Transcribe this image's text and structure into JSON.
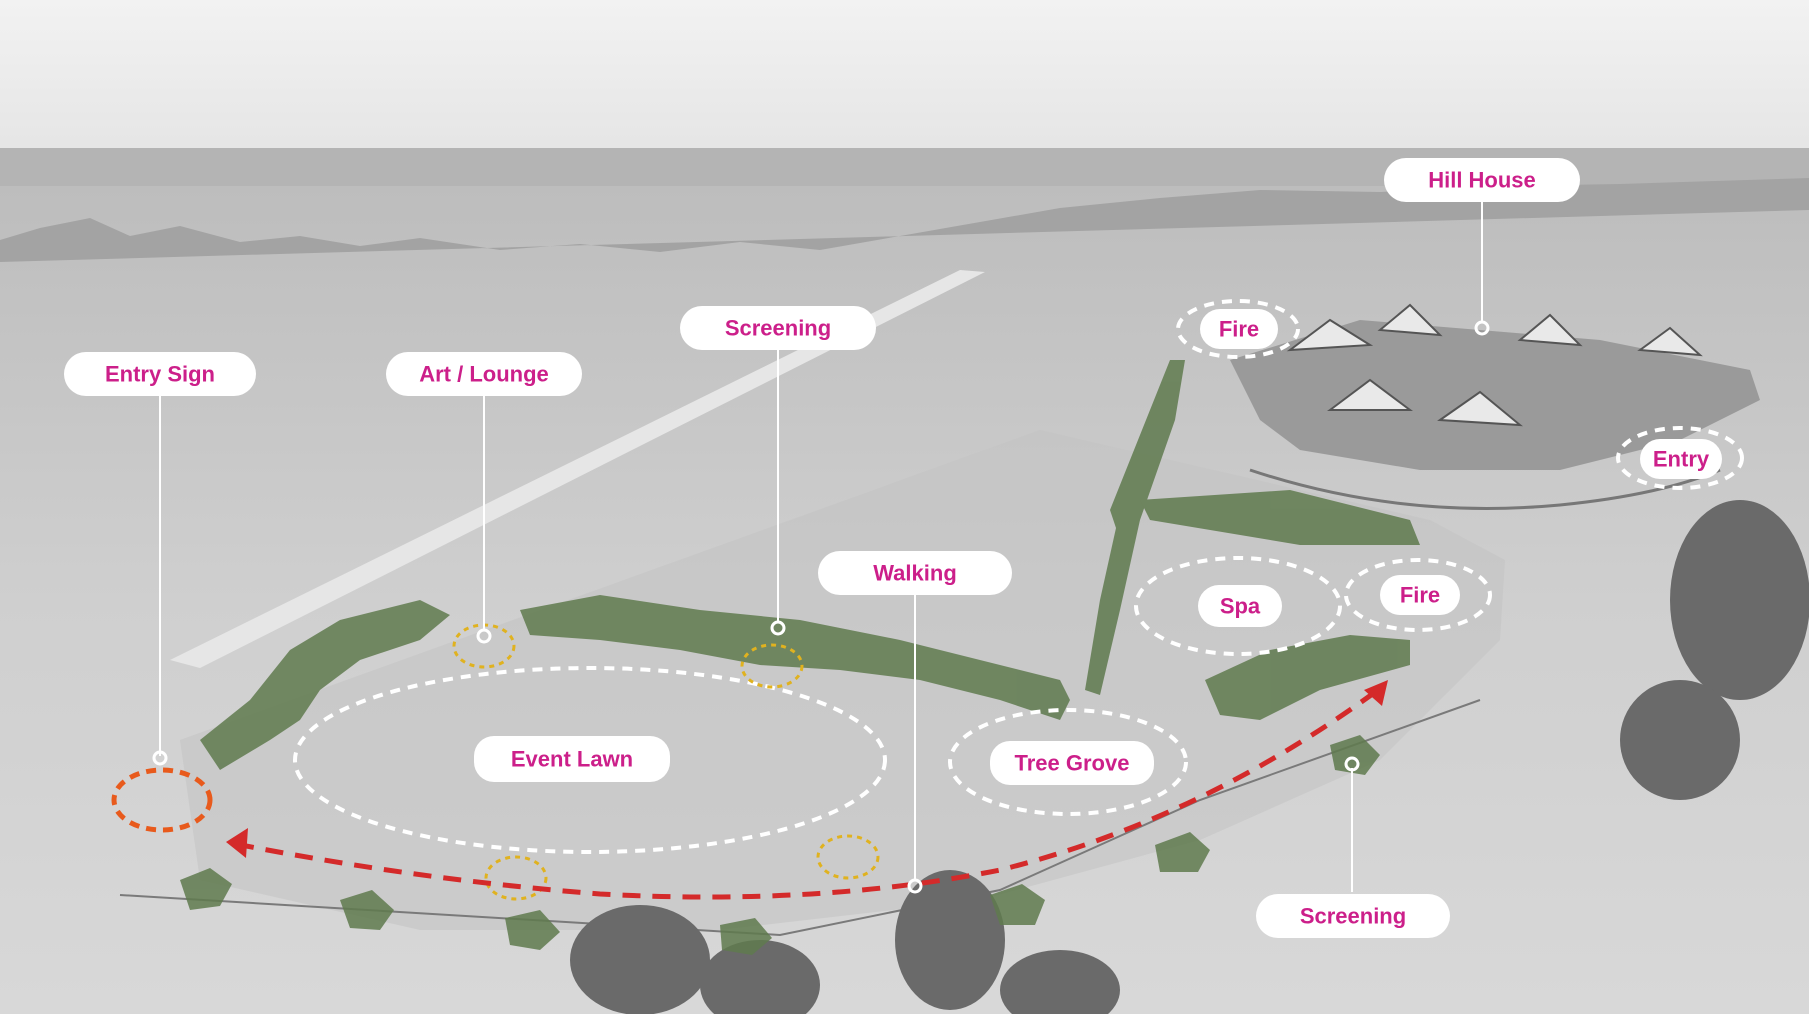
{
  "labels": {
    "entry_sign": "Entry Sign",
    "art_lounge": "Art / Lounge",
    "screening_top": "Screening",
    "walking": "Walking",
    "hill_house": "Hill House",
    "fire_north": "Fire",
    "entry_house": "Entry",
    "spa": "Spa",
    "fire_spa": "Fire",
    "event_lawn": "Event Lawn",
    "tree_grove": "Tree Grove",
    "screening_bottom": "Screening"
  },
  "colors": {
    "label_text": "#cc1f8a",
    "label_bg": "#ffffff",
    "zone_outline": "#ffffff",
    "art_outline": "#e0b21f",
    "entry_sign_outline": "#e85a1c",
    "walking_path": "#d42a2a",
    "screening_vegetation": "#5f7a4e"
  },
  "legend_icons": {
    "trees": "tree-icon",
    "path_arrow": "arrow-icon"
  }
}
